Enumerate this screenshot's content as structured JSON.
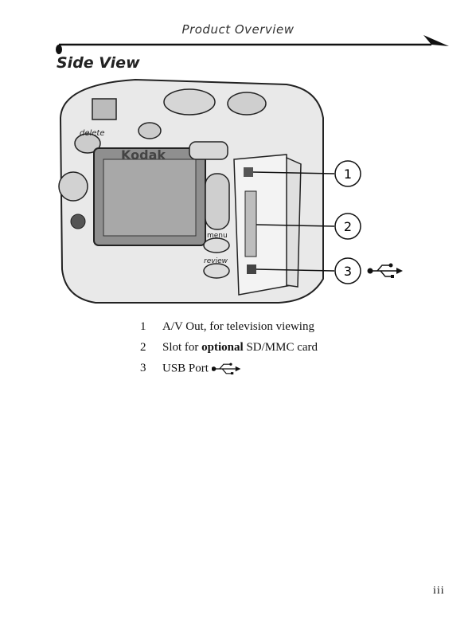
{
  "header": {
    "title": "Product Overview"
  },
  "section": {
    "title": "Side View"
  },
  "figure": {
    "callouts": [
      "1",
      "2",
      "3"
    ],
    "camera_text": {
      "brand": "Kodak",
      "delete": "delete",
      "menu": "menu",
      "review": "review"
    }
  },
  "legend": {
    "items": [
      {
        "number": "1",
        "text": "A/V Out, for television viewing"
      },
      {
        "number": "2",
        "text_before": "Slot for ",
        "text_bold": "optional",
        "text_after": " SD/MMC card"
      },
      {
        "number": "3",
        "text": "USB Port"
      }
    ],
    "icons": {
      "usb": "usb-icon"
    }
  },
  "footer": {
    "page_number": "iii"
  }
}
